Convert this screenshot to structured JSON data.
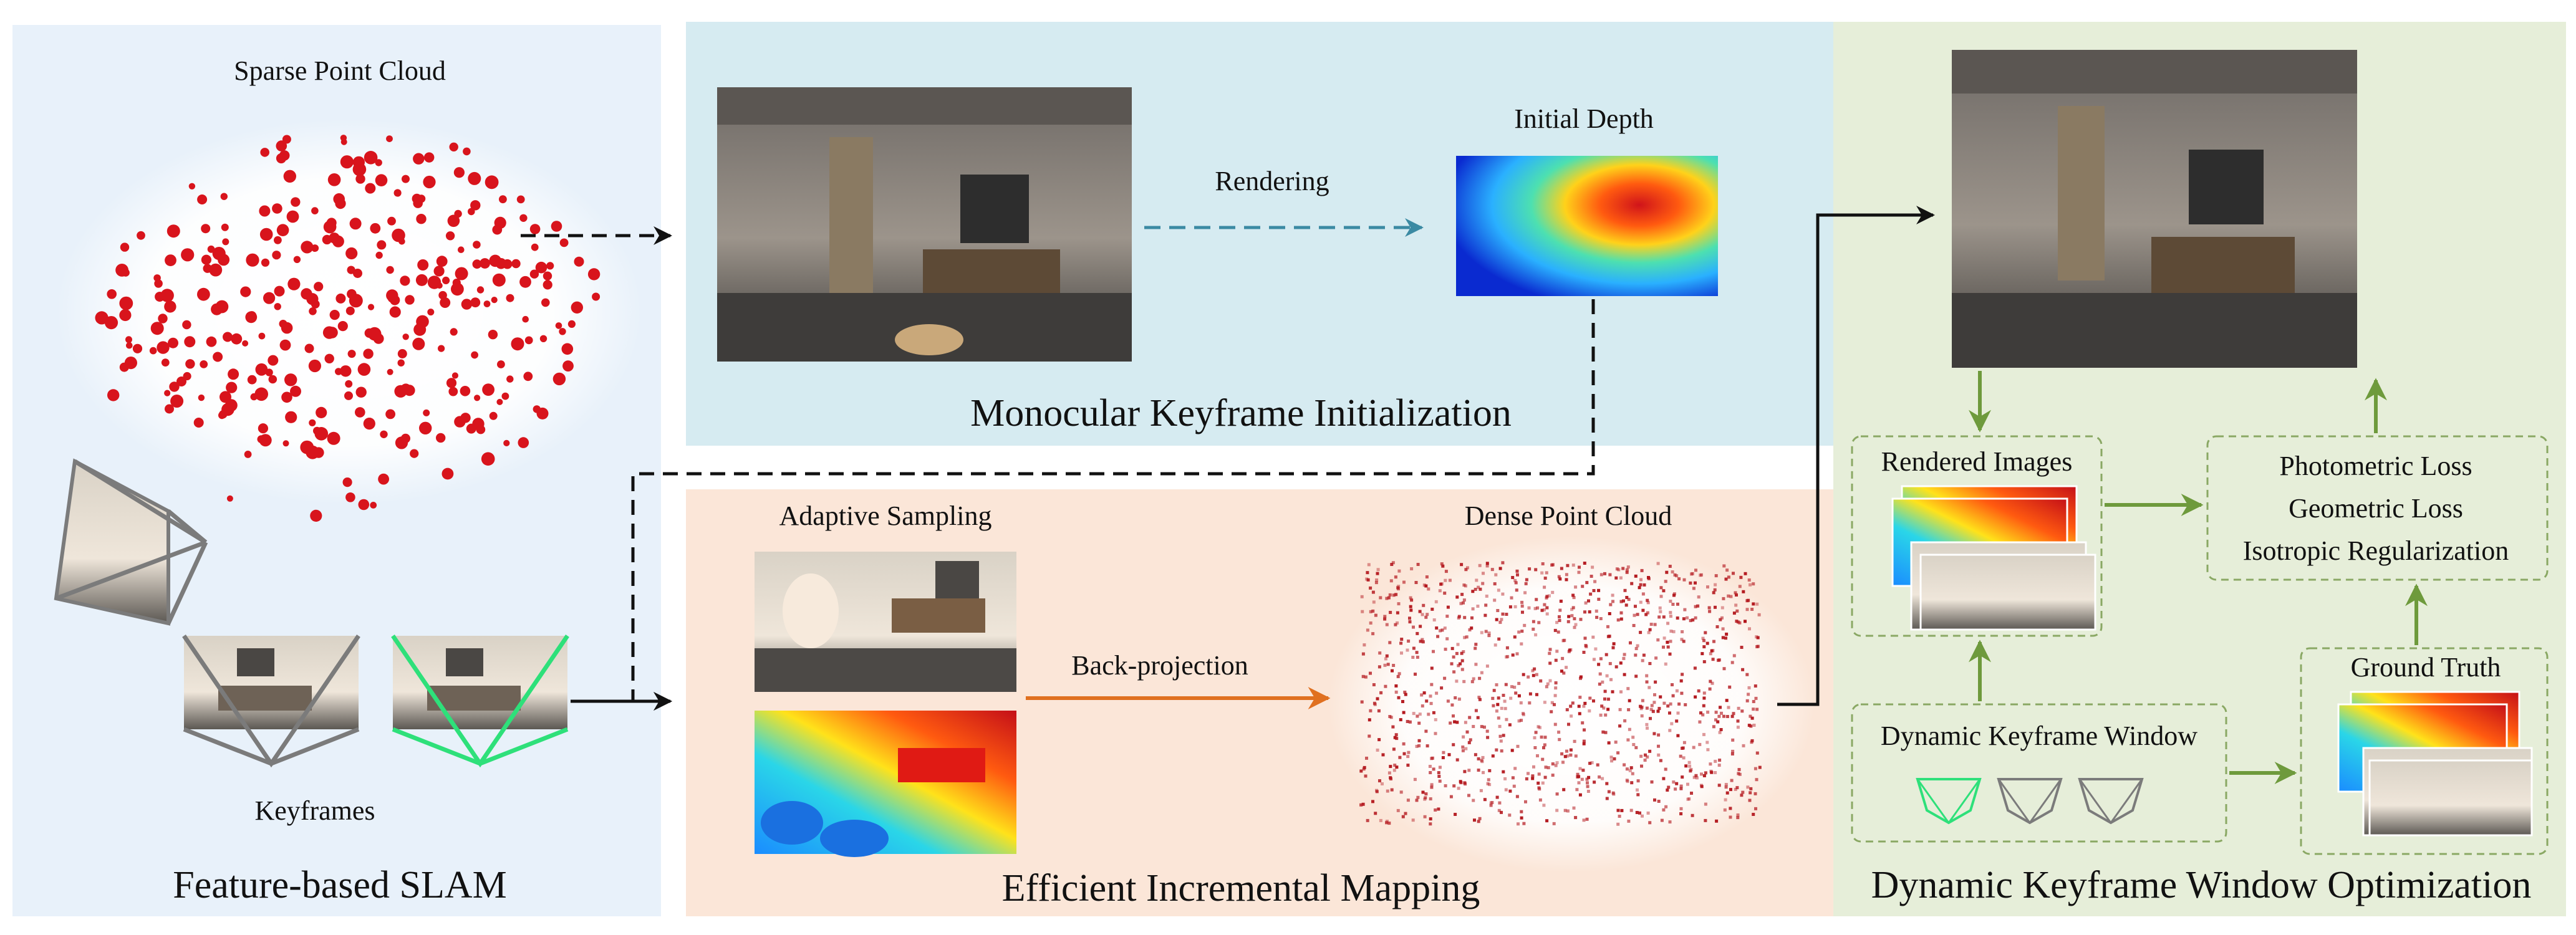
{
  "panels": {
    "slam": {
      "title": "Feature-based SLAM",
      "sparse_label": "Sparse Point Cloud",
      "keyframes_label": "Keyframes"
    },
    "init": {
      "title": "Monocular Keyframe Initialization",
      "rendering_label": "Rendering",
      "depth_label": "Initial Depth"
    },
    "mapping": {
      "title": "Efficient Incremental Mapping",
      "sampling_label": "Adaptive Sampling",
      "backproj_label": "Back-projection",
      "dense_label": "Dense Point Cloud"
    },
    "optim": {
      "title": "Dynamic Keyframe Window Optimization",
      "rendered_label": "Rendered Images",
      "losses": [
        "Photometric Loss",
        "Geometric Loss",
        "Isotropic Regularization"
      ],
      "gt_label": "Ground Truth",
      "window_label": "Dynamic Keyframe Window"
    }
  },
  "colors": {
    "slam_bg": "#e8f1fa",
    "init_bg": "#d6ebf1",
    "mapping_bg": "#fbe6d8",
    "optim_bg": "#e6eed9",
    "sparse_point": "#d8141c",
    "dense_point": "#b3161c",
    "rendering_arrow": "#3b8aa3",
    "backproj_arrow": "#e07020",
    "green_arrow": "#6e9a3c",
    "keyframe_active": "#2ee07a",
    "keyframe_inactive": "#7b7b7b"
  }
}
